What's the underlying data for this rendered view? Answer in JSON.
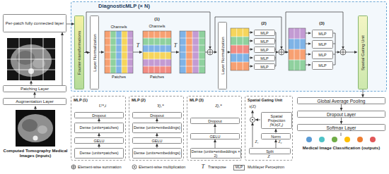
{
  "diagram": {
    "nodes": [
      {
        "text": [
          "DiagnosticMLP (× N)"
        ]
      },
      {
        "text": [
          "Fourier-transformations"
        ],
        "in": 0
      },
      {
        "text": [
          "Layer Normalization"
        ],
        "in": 0
      },
      {
        "text": [
          "Layer Normalization"
        ],
        "in": 0
      },
      {
        "text": [
          "MLP"
        ],
        "in": 0
      },
      {
        "text": [
          "MLP"
        ],
        "in": 0
      },
      {
        "text": [
          "MLP"
        ],
        "in": 0
      },
      {
        "text": [
          "MLP"
        ],
        "in": 0
      },
      {
        "text": [
          "MLP"
        ],
        "in": 0
      },
      {
        "text": [
          "MLP"
        ],
        "in": 0
      },
      {
        "text": [
          "MLP"
        ],
        "in": 0
      },
      {
        "text": [
          "MLP"
        ],
        "in": 0
      },
      {
        "text": [
          "MLP"
        ],
        "in": 0
      },
      {
        "text": [
          "Spatial Gating Unit"
        ],
        "in": 0
      },
      {
        "text": [
          "Per-patch fully connected layer"
        ]
      },
      {
        "text": [
          "Patching Layer"
        ]
      },
      {
        "text": [
          "Augmentation Layer"
        ]
      },
      {
        "text": [
          "Global Average Pooling"
        ]
      },
      {
        "text": [
          "Dropout Layer"
        ]
      },
      {
        "text": [
          "Softmax Layer"
        ]
      },
      {
        "text": [
          "MLP (1)"
        ]
      },
      {
        "text": [
          "Dropout"
        ],
        "in": 20
      },
      {
        "text": [
          "Dense (units=patches)"
        ],
        "in": 20
      },
      {
        "text": [
          "GELU"
        ],
        "in": 20
      },
      {
        "text": [
          "Dense (units=patches)"
        ],
        "in": 20
      },
      {
        "text": [
          "MLP (2)"
        ]
      },
      {
        "text": [
          "Dropout"
        ],
        "in": 25
      },
      {
        "text": [
          "Dense (units=embeddings)"
        ],
        "in": 25
      },
      {
        "text": [
          "GELU"
        ],
        "in": 25
      },
      {
        "text": [
          "Dense (units=embeddings)"
        ],
        "in": 25
      },
      {
        "text": [
          "MLP (3)"
        ]
      },
      {
        "text": [
          "Dropout"
        ],
        "in": 30
      },
      {
        "text": [
          "GELU"
        ],
        "in": 30
      },
      {
        "text": [
          "Dense (units=embeddings × 2)"
        ],
        "in": 30
      },
      {
        "text": [
          "Spatial Gating Unit"
        ]
      },
      {
        "text": [
          "Spatial Projection",
          "fW,b(Z₂)"
        ],
        "in": 34
      },
      {
        "text": [
          "Norm"
        ],
        "in": 34
      },
      {
        "text": [
          "Split"
        ],
        "in": 34
      }
    ],
    "edges": [
      {
        "from": 16,
        "to": 15,
        "arrow": "to"
      },
      {
        "from": 15,
        "to": 14,
        "arrow": "to"
      },
      {
        "from": 14,
        "to": 1,
        "arrow": "to"
      },
      {
        "from": 1,
        "to": 2,
        "arrow": "to"
      },
      {
        "from": 13,
        "to": 17,
        "arrow": "to"
      },
      {
        "from": 17,
        "to": 18,
        "arrow": "to"
      },
      {
        "from": 18,
        "to": 19,
        "arrow": "to"
      },
      {
        "from": 24,
        "to": 23,
        "arrow": "to"
      },
      {
        "from": 23,
        "to": 22,
        "arrow": "to"
      },
      {
        "from": 22,
        "to": 21,
        "arrow": "to"
      },
      {
        "from": 29,
        "to": 28,
        "arrow": "to"
      },
      {
        "from": 28,
        "to": 27,
        "arrow": "to"
      },
      {
        "from": 27,
        "to": 26,
        "arrow": "to"
      },
      {
        "from": 33,
        "to": 32,
        "arrow": "to"
      },
      {
        "from": 32,
        "to": 31,
        "arrow": "to"
      },
      {
        "from": 37,
        "to": 36,
        "arrow": "to"
      },
      {
        "from": 36,
        "to": 35,
        "arrow": "to"
      }
    ],
    "labels": [
      "Channels",
      "Patches",
      "T",
      "(1)",
      "Channels",
      "Patches",
      "T",
      "(2)",
      "(3)",
      "Computed Tomography Medical Images (inputs)",
      "Medical Image Classification (outputs)",
      "U*,i",
      "Yj,*",
      "Zj,*",
      "s(Z)",
      "Z₁",
      "Z₂",
      "Z",
      "T",
      "MLP"
    ],
    "legend": [
      {
        "text": "Element-wise summation"
      },
      {
        "text": "Element-wise multiplication"
      },
      {
        "text": "Transpose"
      },
      {
        "text": "Multilayer Perceptron"
      }
    ]
  }
}
